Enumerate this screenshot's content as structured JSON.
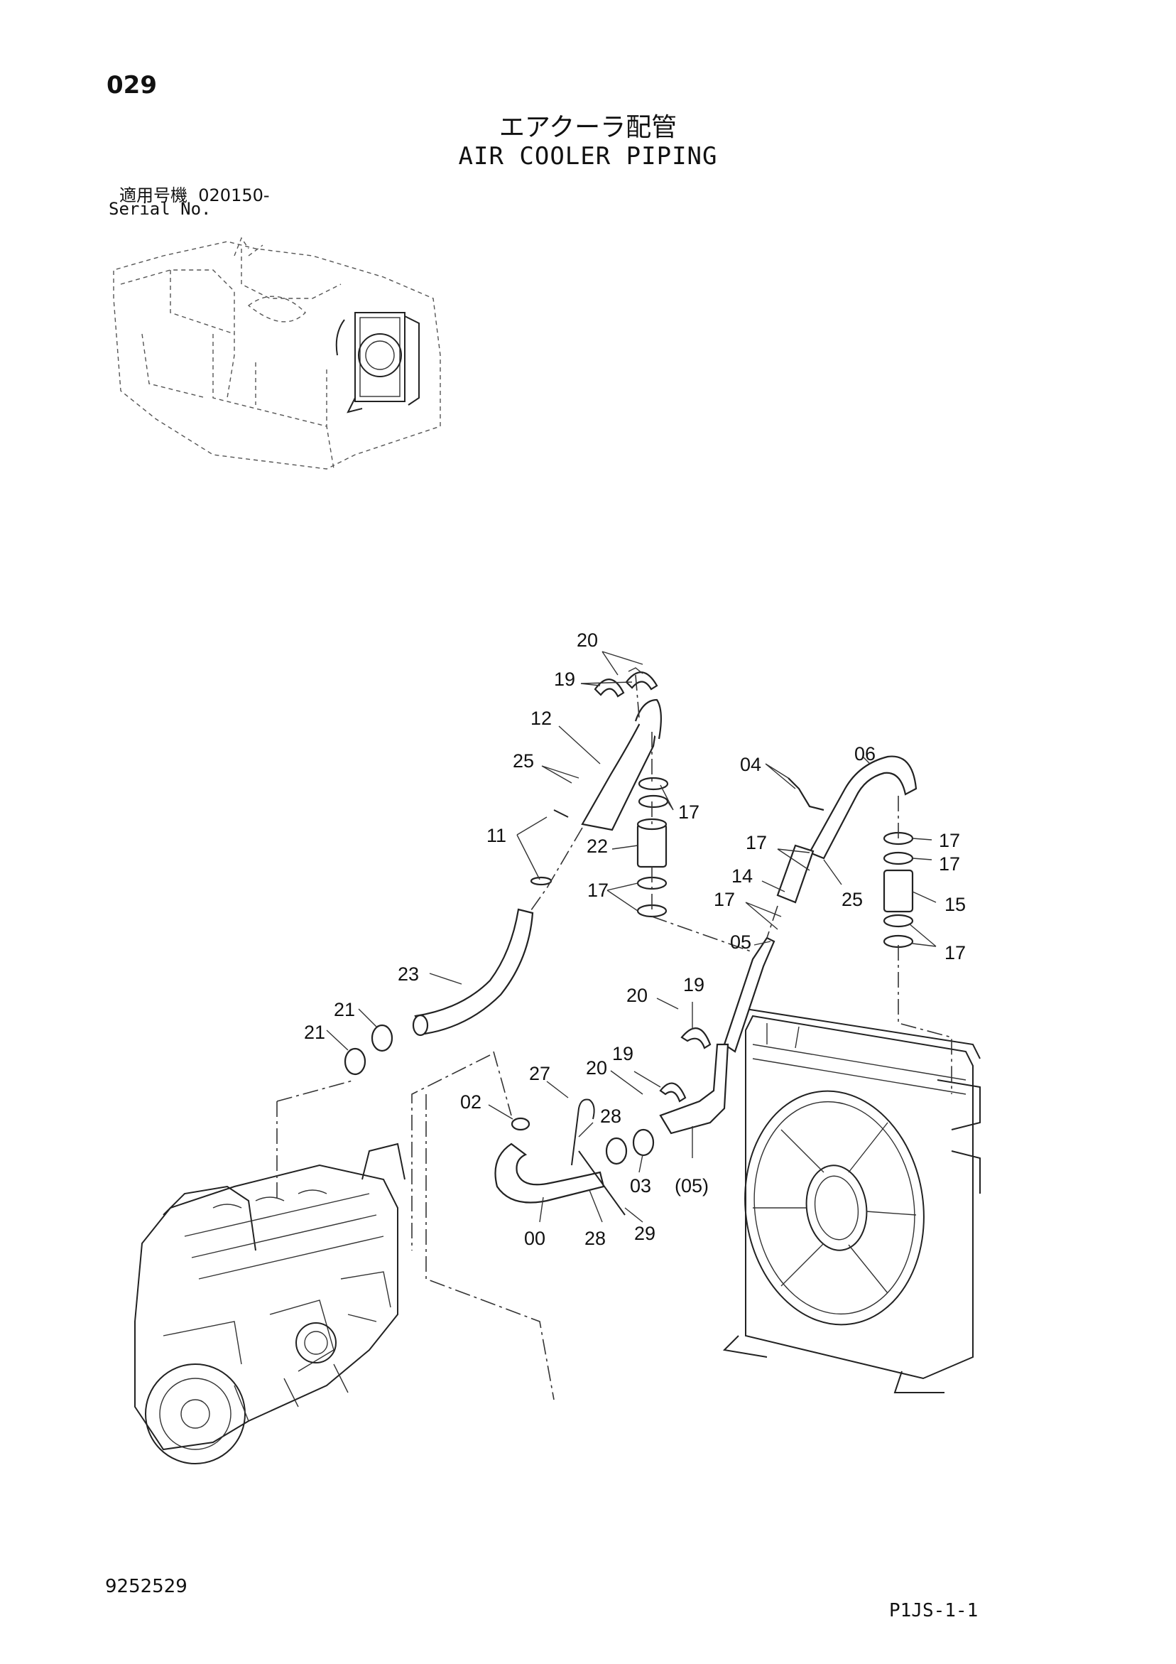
{
  "header": {
    "page_number": "029",
    "title_jp": "エアクーラ配管",
    "title_en": "AIR COOLER PIPING",
    "serial_label_jp": "適用号機",
    "serial_value": "020150-",
    "serial_label_en": "Serial No."
  },
  "footer": {
    "drawing_number": "9252529",
    "sheet_code": "P1JS-1-1"
  },
  "callouts": {
    "c20a": "20",
    "c19a": "19",
    "c12": "12",
    "c25a": "25",
    "c04": "04",
    "c06": "06",
    "c17a": "17",
    "c17b": "17",
    "c17c": "17",
    "c11": "11",
    "c22": "22",
    "c17d": "17",
    "c17e": "17",
    "c14": "14",
    "c25b": "25",
    "c15": "15",
    "c17f": "17",
    "c17g": "17",
    "c05": "05",
    "c23": "23",
    "c20b": "20",
    "c19b": "19",
    "c21a": "21",
    "c21b": "21",
    "c27": "27",
    "c20c": "20",
    "c19c": "19",
    "c02": "02",
    "c28a": "28",
    "c03": "03",
    "c05p": "(05)",
    "c00": "00",
    "c28b": "28",
    "c29": "29"
  }
}
